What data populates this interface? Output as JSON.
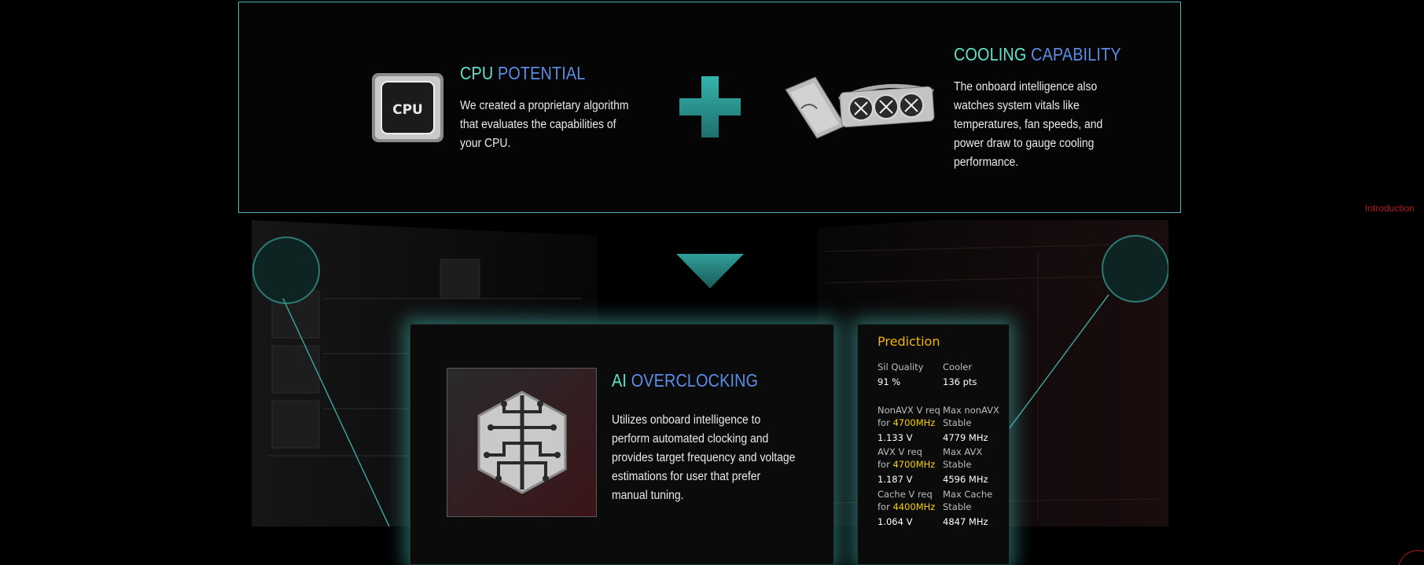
{
  "cpu_potential": {
    "title_word1": "CPU",
    "title_word2": "POTENTIAL",
    "lines": [
      "We created a proprietary algorithm",
      "that evaluates the capabilities of",
      "your CPU."
    ],
    "icon": "cpu-chip-icon",
    "icon_text": "CPU"
  },
  "cooling_capability": {
    "title_word1": "COOLING",
    "title_word2": "CAPABILITY",
    "lines": [
      "The onboard intelligence also",
      "watches system vitals like",
      "temperatures, fan speeds, and",
      "power draw to gauge cooling",
      "performance."
    ],
    "icon": "liquid-cooler-icon"
  },
  "ai_overclocking": {
    "title_word1": "AI",
    "title_word2": "OVERCLOCKING",
    "lines": [
      "Utilizes onboard intelligence to",
      "perform automated clocking and",
      "provides target frequency and voltage",
      "estimations for user that prefer",
      "manual tuning."
    ],
    "icon": "brain-chip-icon"
  },
  "prediction": {
    "title": "Prediction",
    "rows": [
      {
        "left_label": [
          "Sil Quality"
        ],
        "left_value": "91 %",
        "right_label": [
          "Cooler"
        ],
        "right_value": "136 pts"
      },
      {
        "left_label": [
          "NonAVX V req",
          "for "
        ],
        "left_freq": "4700MHz",
        "left_value": "1.133 V",
        "right_label": [
          "Max nonAVX",
          "Stable"
        ],
        "right_value": "4779 MHz"
      },
      {
        "left_label": [
          "AVX V req",
          "for "
        ],
        "left_freq": "4700MHz",
        "left_value": "1.187 V",
        "right_label": [
          "Max AVX",
          "Stable"
        ],
        "right_value": "4596 MHz"
      },
      {
        "left_label": [
          "Cache V req",
          "for "
        ],
        "left_freq": "4400MHz",
        "left_value": "1.064 V",
        "right_label": [
          "Max Cache",
          "Stable"
        ],
        "right_value": "4847 MHz"
      }
    ]
  },
  "side_nav": {
    "label": "Introduction"
  },
  "colors": {
    "teal": "#5fe3c9",
    "blue": "#5b8ee6",
    "accent_yellow": "#f4b400",
    "nav_red": "#b31b1b"
  }
}
